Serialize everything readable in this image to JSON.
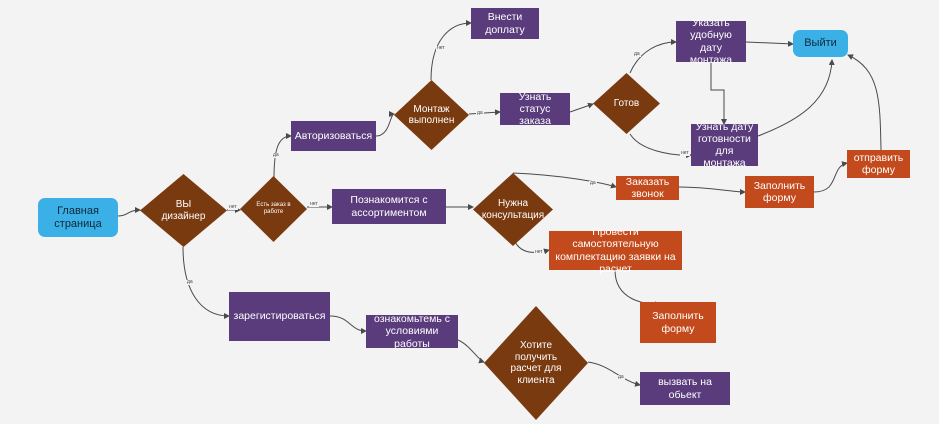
{
  "nodes": {
    "start": "Главная страница",
    "designer_q": "ВЫ дизайнер",
    "authorize": "Авторизоваться",
    "order_q": "Есть заказ в работе",
    "install_q": "Монтаж выполнен",
    "pay_extra": "Внести доплату",
    "status": "Узнать статус заказа",
    "ready_q": "Готов",
    "install_date": "Указать удобную дату монтажа",
    "ready_date": "Узнать дату готовности для монтажа",
    "exit": "Выйти",
    "assortment": "Познакомится с ассортиментом",
    "consult_q": "Нужна консультация",
    "call": "Заказать звонок",
    "fill_form_1": "Заполнить форму",
    "send_form": "отправить форму",
    "self_complete": "Провести самостоятельную комплектацию заявки на расчет",
    "fill_form_2": "Заполнить форму",
    "register": "зарегистироваться",
    "conditions": "ознакомьтемь с условиями работы",
    "calc_q": "Хотите получить расчет для клиента",
    "visit": "вызвать на обьект"
  },
  "edge_labels": {
    "yes": "да",
    "no": "нет"
  },
  "colors": {
    "process_purple": "#5a3c7c",
    "process_orange": "#c34a1c",
    "decision_brown": "#7a3a10",
    "terminal_blue": "#3bb0e6",
    "connector": "#4a4a4a"
  }
}
